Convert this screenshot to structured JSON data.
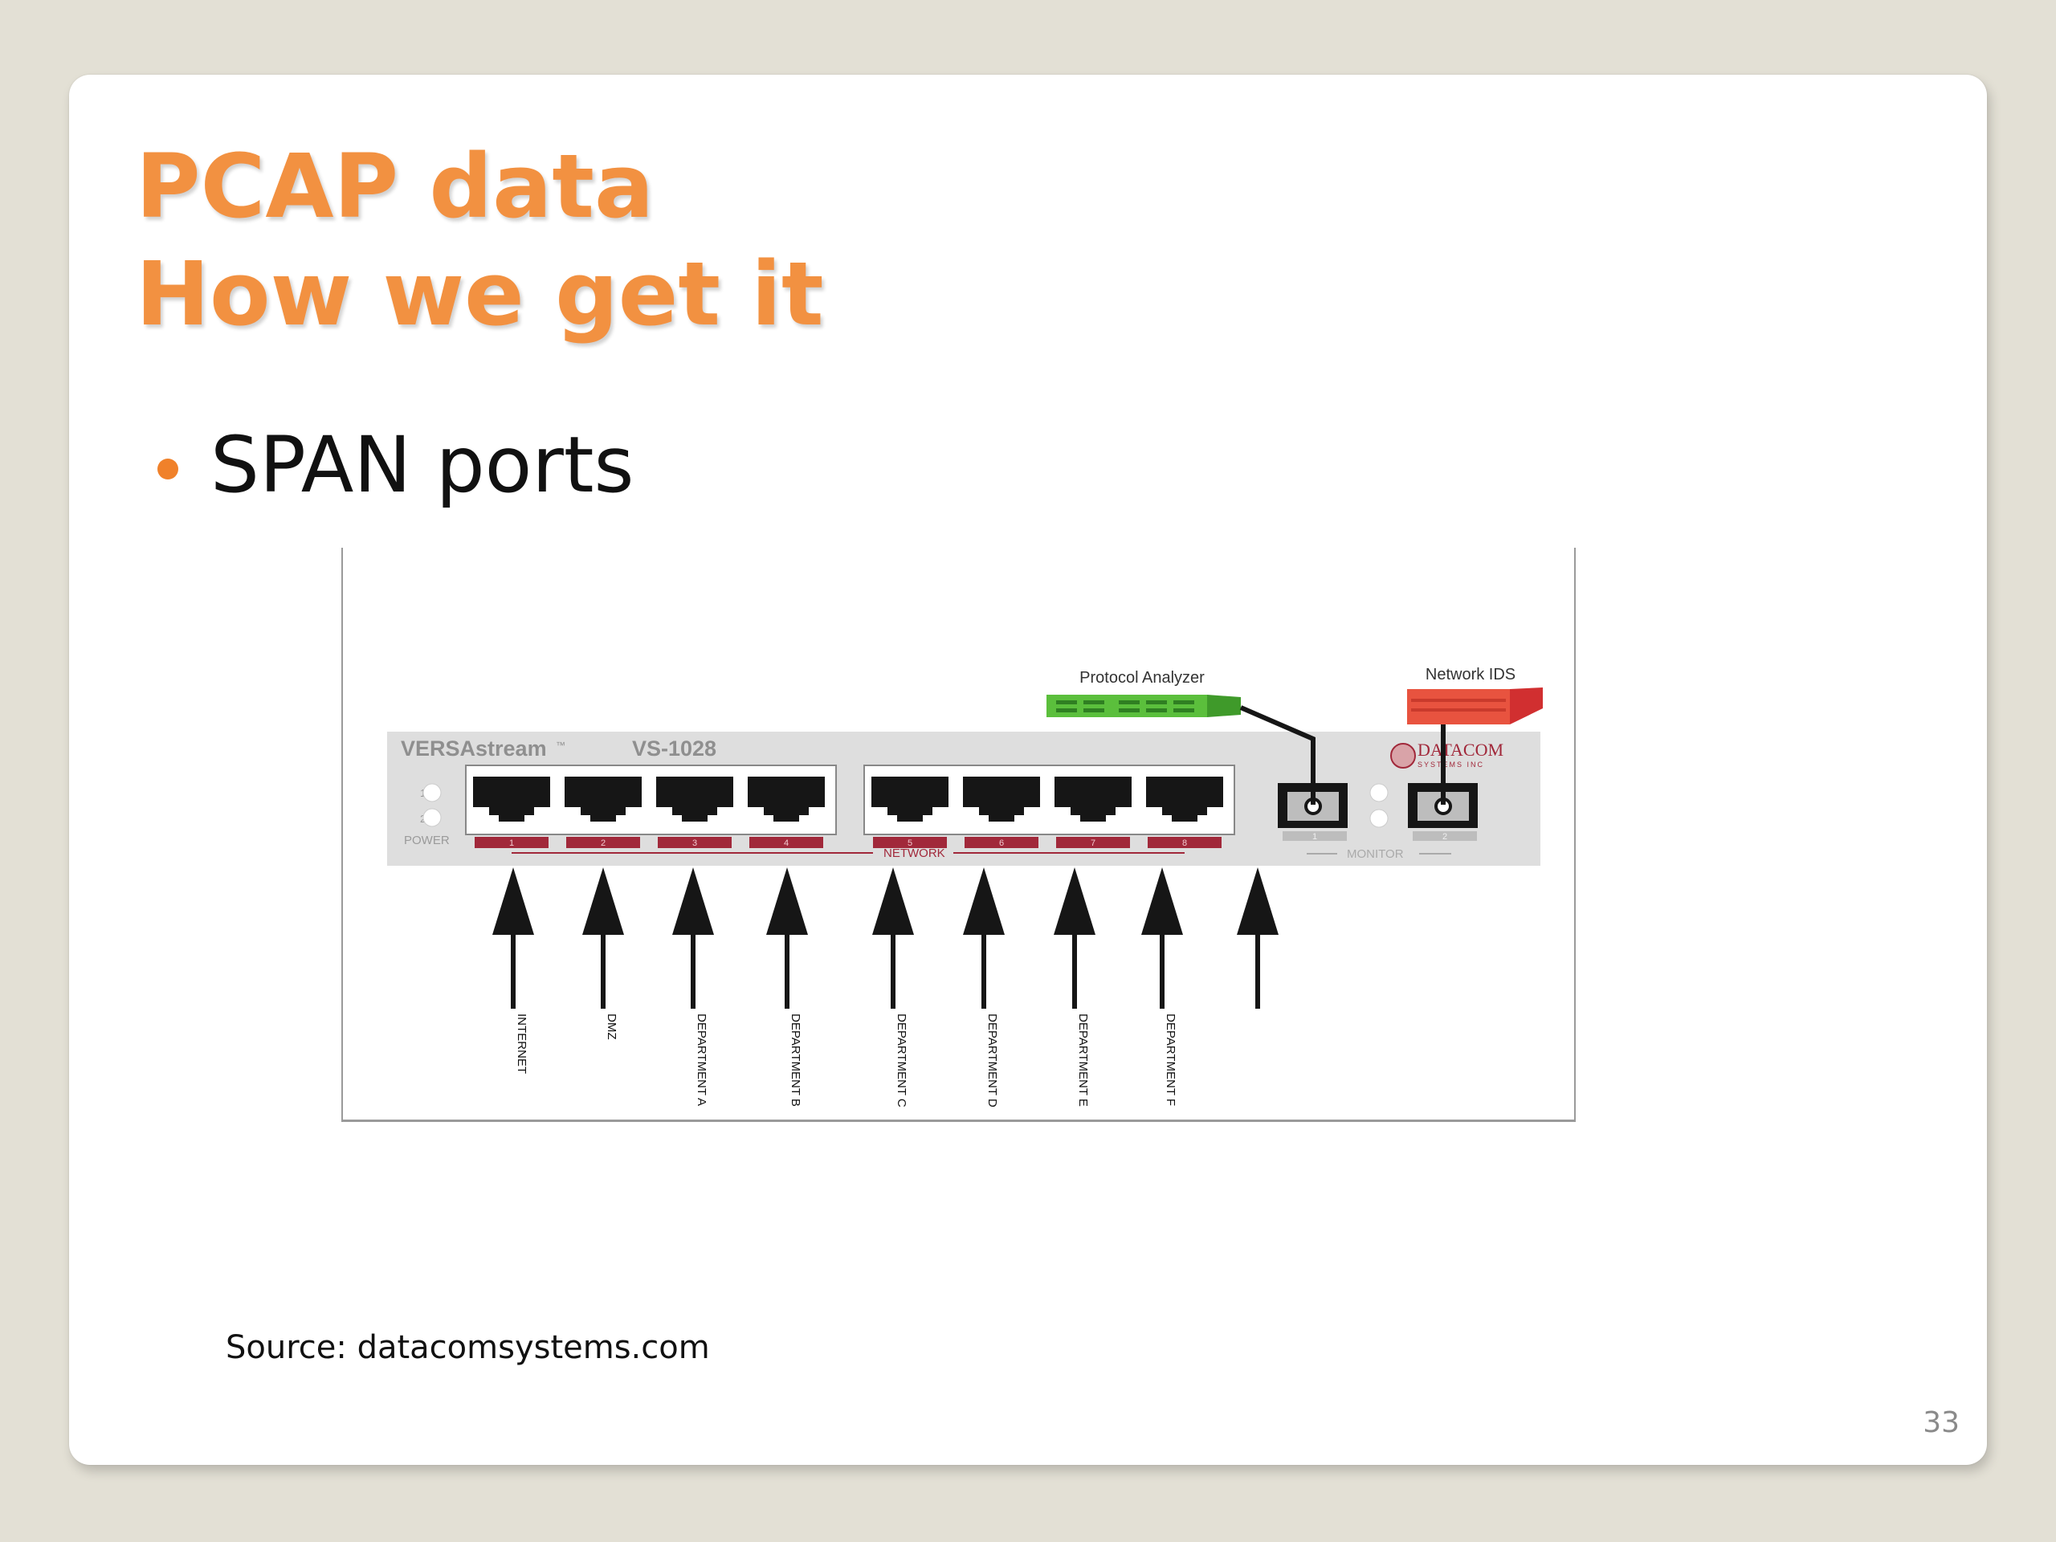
{
  "slide": {
    "title_line1": "PCAP data",
    "title_line2": "How we get it",
    "bullet": "SPAN ports",
    "source": "Source: datacomsystems.com",
    "page_number": "33"
  },
  "diagram": {
    "brand": "VERSAstream",
    "trademark": "™",
    "model": "VS-1028",
    "vendor": "DATACOM",
    "vendor_sub": "SYSTEMS INC",
    "power_label": "POWER",
    "led_labels": [
      "1",
      "2"
    ],
    "network_label": "NETWORK",
    "monitor_label": "MONITOR",
    "protocol_analyzer_label": "Protocol Analyzer",
    "network_ids_label": "Network IDS",
    "network_ports": [
      {
        "number": "1",
        "source": "INTERNET"
      },
      {
        "number": "2",
        "source": "DMZ"
      },
      {
        "number": "3",
        "source": "DEPARTMENT A"
      },
      {
        "number": "4",
        "source": "DEPARTMENT B"
      },
      {
        "number": "5",
        "source": "DEPARTMENT C"
      },
      {
        "number": "6",
        "source": "DEPARTMENT D"
      },
      {
        "number": "7",
        "source": "DEPARTMENT E"
      },
      {
        "number": "8",
        "source": "DEPARTMENT F"
      }
    ],
    "monitor_ports": [
      {
        "number": "1"
      },
      {
        "number": "2"
      }
    ],
    "colors": {
      "accent": "#f29141",
      "analyzer": "#5bbf3c",
      "ids": "#e8533f",
      "port_label": "#a1283a"
    }
  }
}
